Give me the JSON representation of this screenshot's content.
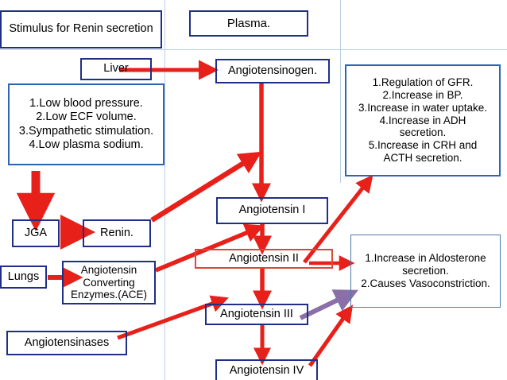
{
  "diagram": {
    "title": "Renin Angiotensin Aldosterone System flow chart",
    "colors": {
      "box_border_dark_blue": "#1f2f87",
      "box_border_blue": "#2e64b4",
      "box_border_steel": "#4a7ba8",
      "box_border_red": "#d9483b",
      "arrow_red": "#e8201a",
      "arrow_purple": "#8a6fa8",
      "guide_line": "#b9cfe3",
      "background": "#ffffff"
    },
    "nodes": {
      "stimulus": "Stimulus for Renin secretion",
      "plasma": "Plasma.",
      "liver": "Liver",
      "stimulus_list": "1.Low blood pressure.\n2.Low ECF volume.\n3.Sympathetic stimulation.\n4.Low plasma sodium.",
      "angiotensinogen": "Angiotensinogen.",
      "effects_list": "1.Regulation of GFR.\n2.Increase in BP.\n3.Increase in water uptake.\n4.Increase in ADH\nsecretion.\n5.Increase  in CRH and\nACTH secretion.",
      "jga": "JGA",
      "renin": "Renin.",
      "lungs": "Lungs",
      "ace": "Angiotensin\nConverting\nEnzymes.(ACE)",
      "angiotensinases": "Angiotensinases",
      "angiotensin_1": "Angiotensin I",
      "angiotensin_2": "Angiotensin II",
      "angiotensin_3": "Angiotensin III",
      "angiotensin_4": "Angiotensin IV",
      "aldosterone_list": "1.Increase in Aldosterone\nsecretion.\n2.Causes Vasoconstriction."
    },
    "edges": [
      {
        "from": "liver",
        "to": "angiotensinogen",
        "color": "red"
      },
      {
        "from": "stimulus_list",
        "to": "jga",
        "color": "red"
      },
      {
        "from": "jga",
        "to": "renin",
        "color": "red"
      },
      {
        "from": "lungs",
        "to": "ace",
        "color": "red"
      },
      {
        "from": "angiotensinogen",
        "to": "angiotensin_1",
        "color": "red"
      },
      {
        "from": "renin",
        "to": "angiotensinogen-conversion",
        "color": "red"
      },
      {
        "from": "ace",
        "to": "angiotensin_1-conversion",
        "color": "red"
      },
      {
        "from": "angiotensin_1",
        "to": "angiotensin_2",
        "color": "red"
      },
      {
        "from": "angiotensin_2",
        "to": "angiotensin_3",
        "color": "red"
      },
      {
        "from": "angiotensin_3",
        "to": "angiotensin_4",
        "color": "red"
      },
      {
        "from": "angiotensinases",
        "to": "angiotensin_3",
        "color": "red"
      },
      {
        "from": "angiotensin_2",
        "to": "effects_list",
        "color": "red"
      },
      {
        "from": "angiotensin_2",
        "to": "aldosterone_list",
        "color": "red"
      },
      {
        "from": "angiotensin_3",
        "to": "aldosterone_list",
        "color": "purple"
      },
      {
        "from": "angiotensin_4",
        "to": "aldosterone_list",
        "color": "red"
      }
    ]
  }
}
